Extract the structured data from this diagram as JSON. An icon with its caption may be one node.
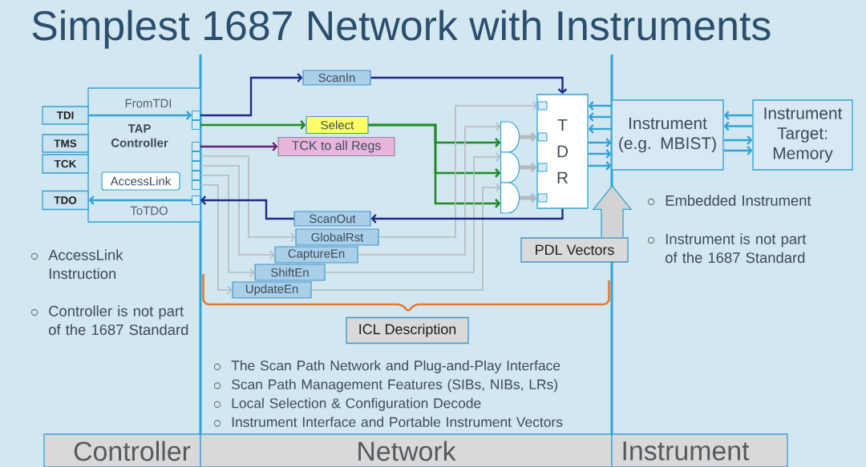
{
  "diagram": {
    "title": "Simplest 1687 Network with Instruments",
    "nodes": [
      {
        "text": [
          "TAP Controller"
        ]
      },
      {
        "text": [
          "TDI"
        ]
      },
      {
        "text": [
          "TMS"
        ]
      },
      {
        "text": [
          "TCK"
        ]
      },
      {
        "text": [
          "TDO"
        ]
      },
      {
        "text": [
          "AccessLink"
        ],
        "in": 0
      },
      {
        "text": [],
        "shape": "box",
        "in": 0
      },
      {
        "text": [],
        "shape": "box",
        "in": 0
      },
      {
        "text": [],
        "shape": "box",
        "in": 0
      },
      {
        "text": [],
        "shape": "box",
        "in": 0
      },
      {
        "text": [],
        "shape": "box",
        "in": 0
      },
      {
        "text": [],
        "shape": "box",
        "in": 0
      },
      {
        "text": [],
        "shape": "box",
        "in": 0
      },
      {
        "text": [],
        "shape": "box",
        "in": 0
      },
      {
        "text": [
          "ScanIn"
        ]
      },
      {
        "text": [
          "Select"
        ]
      },
      {
        "text": [
          "TCK to all Regs"
        ]
      },
      {
        "text": [
          "ScanOut"
        ]
      },
      {
        "text": [
          "GlobalRst"
        ]
      },
      {
        "text": [
          "CaptureEn"
        ]
      },
      {
        "text": [
          "ShiftEn"
        ]
      },
      {
        "text": [
          "UpdateEn"
        ]
      },
      {
        "text": [],
        "shape": "gate"
      },
      {
        "text": [],
        "shape": "gate"
      },
      {
        "text": [],
        "shape": "gate"
      },
      {
        "text": [
          "T D R"
        ]
      },
      {
        "text": [],
        "shape": "box",
        "in": 25
      },
      {
        "text": [],
        "shape": "box",
        "in": 25
      },
      {
        "text": [],
        "shape": "box",
        "in": 25
      },
      {
        "text": [],
        "shape": "box",
        "in": 25
      },
      {
        "text": [
          "Instrument (e.g. MBIST)"
        ]
      },
      {
        "text": [
          "Instrument Target: Memory"
        ]
      },
      {
        "text": [
          "PDL Vectors"
        ]
      },
      {
        "text": [
          "ICL Description"
        ]
      },
      {
        "text": [
          "Controller"
        ]
      },
      {
        "text": [
          "Network"
        ]
      },
      {
        "text": [
          "Instrument"
        ]
      }
    ],
    "edges": [
      {
        "from": 1,
        "to": 6,
        "arrow": "to",
        "label": "FromTDI"
      },
      {
        "from": 6,
        "to": 14,
        "arrow": "to",
        "color": "#1b2a8c"
      },
      {
        "from": 14,
        "to": 25,
        "arrow": "to",
        "color": "#1b2a8c"
      },
      {
        "from": 7,
        "to": 15,
        "arrow": "to",
        "color": "#1f8a24"
      },
      {
        "from": 15,
        "to": 22,
        "arrow": "to",
        "color": "#1f8a24"
      },
      {
        "from": 15,
        "to": 23,
        "arrow": "to",
        "color": "#1f8a24"
      },
      {
        "from": 15,
        "to": 24,
        "arrow": "to",
        "color": "#1f8a24"
      },
      {
        "from": 8,
        "to": 16,
        "arrow": "to",
        "color": "#6b1c74"
      },
      {
        "from": 9,
        "to": 18,
        "arrow": "to",
        "color": "#b3babf"
      },
      {
        "from": 10,
        "to": 19,
        "arrow": "to",
        "color": "#b3babf"
      },
      {
        "from": 11,
        "to": 20,
        "arrow": "to",
        "color": "#b3babf"
      },
      {
        "from": 12,
        "to": 21,
        "arrow": "to",
        "color": "#b3babf"
      },
      {
        "from": 18,
        "to": 26,
        "arrow": "to",
        "color": "#b3babf"
      },
      {
        "from": 19,
        "to": 22,
        "arrow": "to",
        "color": "#b3babf"
      },
      {
        "from": 20,
        "to": 23,
        "arrow": "to",
        "color": "#b3babf"
      },
      {
        "from": 21,
        "to": 24,
        "arrow": "to",
        "color": "#b3babf"
      },
      {
        "from": 22,
        "to": 27,
        "arrow": "to",
        "style": "thick",
        "color": "#b3babf"
      },
      {
        "from": 23,
        "to": 28,
        "arrow": "to",
        "style": "thick",
        "color": "#b3babf"
      },
      {
        "from": 24,
        "to": 29,
        "arrow": "to",
        "style": "thick",
        "color": "#b3babf"
      },
      {
        "from": 25,
        "to": 17,
        "arrow": "to",
        "color": "#1b2a8c"
      },
      {
        "from": 17,
        "to": 13,
        "arrow": "to",
        "color": "#1b2a8c"
      },
      {
        "from": 13,
        "to": 4,
        "arrow": "to",
        "label": "ToTDO"
      },
      {
        "from": 30,
        "to": 25,
        "arrow": "to"
      },
      {
        "from": 30,
        "to": 25,
        "arrow": "to"
      },
      {
        "from": 30,
        "to": 25,
        "arrow": "to"
      },
      {
        "from": 25,
        "to": 30,
        "arrow": "to"
      },
      {
        "from": 25,
        "to": 30,
        "arrow": "to"
      },
      {
        "from": 25,
        "to": 30,
        "arrow": "to"
      },
      {
        "from": 31,
        "to": 30,
        "arrow": "to"
      },
      {
        "from": 31,
        "to": 30,
        "arrow": "to"
      },
      {
        "from": 30,
        "to": 31,
        "arrow": "to"
      },
      {
        "from": 30,
        "to": 31,
        "arrow": "to"
      },
      {
        "from": 32,
        "to": null,
        "arrow": "to",
        "style": "thick",
        "color": "#d3d3d3"
      }
    ],
    "labels": [
      "AccessLink Instruction",
      "Controller is not part of the 1687 Standard",
      "The Scan Path Network and Plug-and-Play Interface",
      "Scan Path Management Features (SIBs, NIBs, LRs)",
      "Local Selection & Configuration Decode",
      "Instrument Interface and Portable Instrument Vectors",
      "Embedded Instrument",
      "Instrument is not part of the 1687 Standard"
    ]
  }
}
